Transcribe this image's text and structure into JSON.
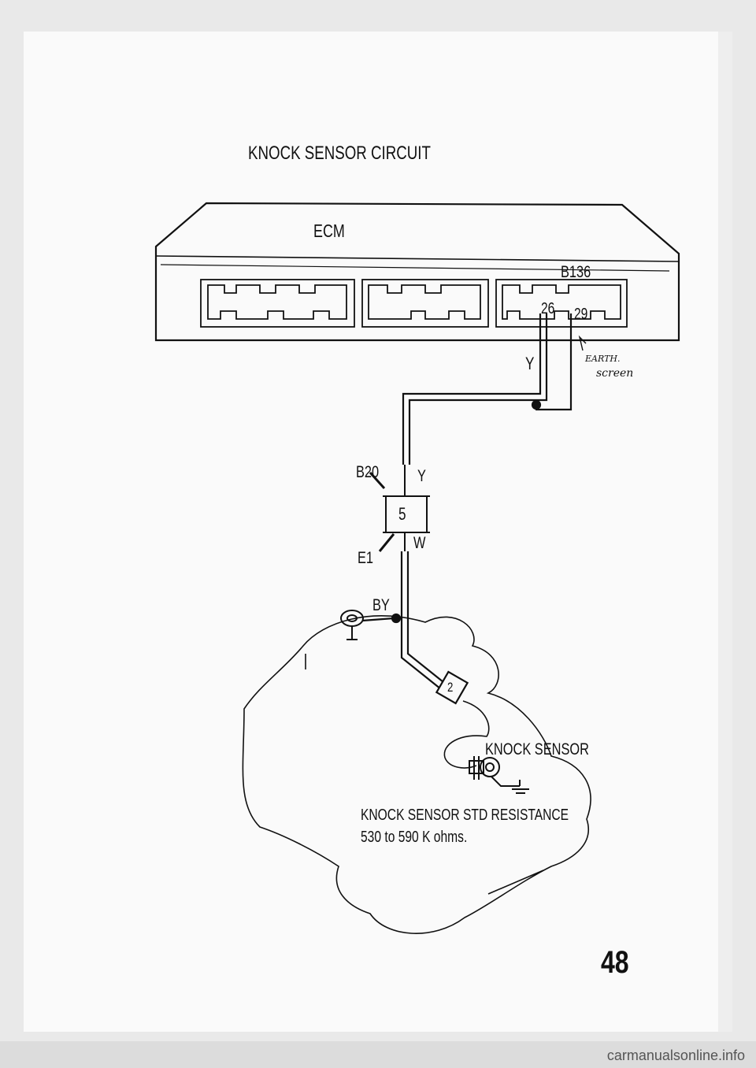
{
  "title": "KNOCK SENSOR CIRCUIT",
  "ecm_label": "ECM",
  "connector_label": "B136",
  "pin_26": "26",
  "pin_29": "29",
  "wire_y_upper": "Y",
  "earth_note_1": "EARTH.",
  "earth_note_2": "screen",
  "b20_label": "B20",
  "wire_y_lower": "Y",
  "connector_5_number": "5",
  "e1_label": "E1",
  "wire_w": "W",
  "wire_by": "BY",
  "connector_2_number": "2",
  "knock_sensor_label": "KNOCK SENSOR",
  "resistance_line_1": "KNOCK SENSOR STD RESISTANCE",
  "resistance_line_2": "530 to 590 K ohms.",
  "page_number": "48",
  "footer_watermark": "carmanualsonline.info"
}
